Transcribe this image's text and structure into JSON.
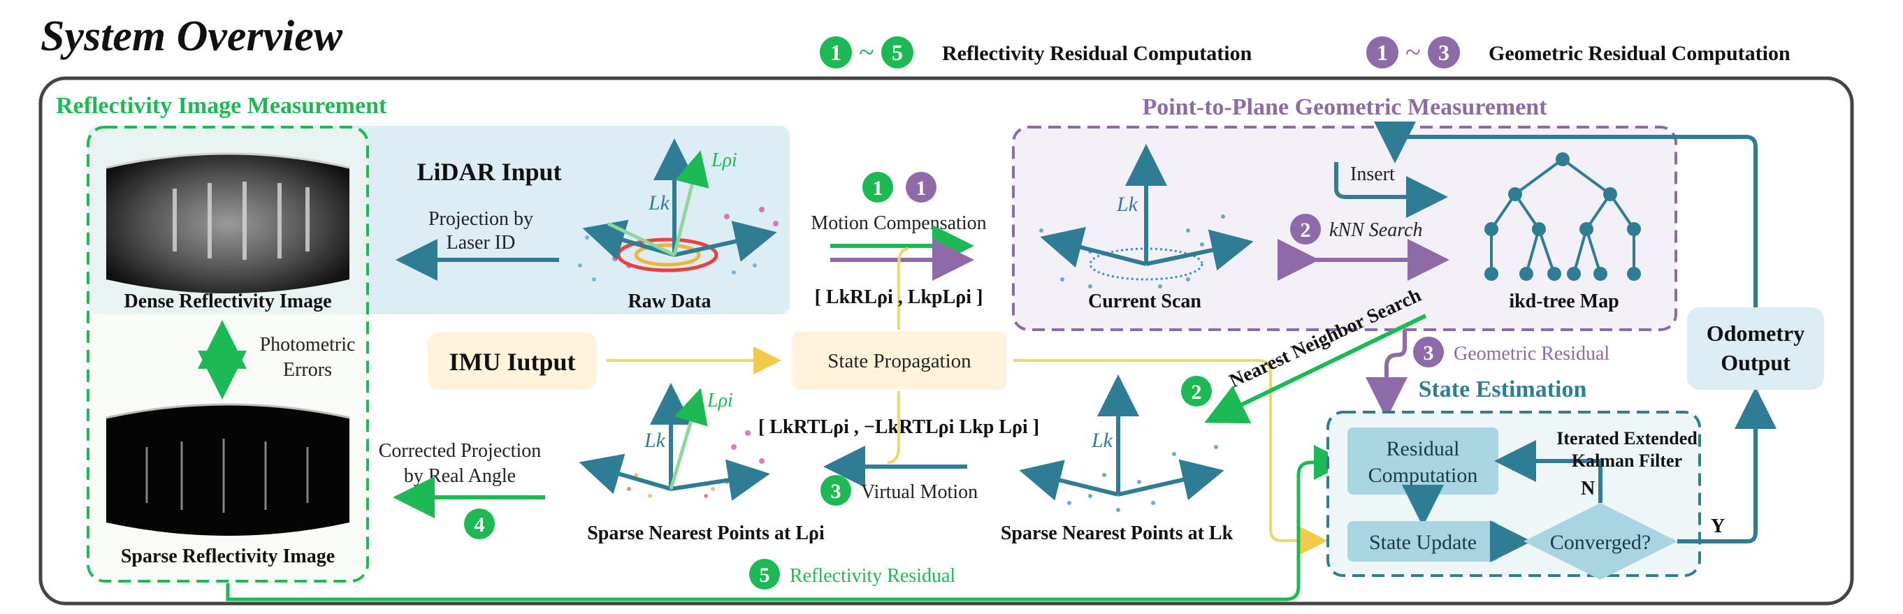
{
  "title": "System Overview",
  "legend": {
    "reflectivity": {
      "from": "1",
      "to": "5",
      "tilde": "~",
      "label": "Reflectivity Residual Computation",
      "color": "#1db954"
    },
    "geometric": {
      "from": "1",
      "to": "3",
      "tilde": "~",
      "label": "Geometric Residual Computation",
      "color": "#8e6aa8"
    }
  },
  "colors": {
    "green": "#1db954",
    "purple": "#8e6aa8",
    "teal": "#2e7d95",
    "yellow": "#f3d46b",
    "lightblue": "#dcedf5",
    "cream": "#fff3dc",
    "frame": "#444444"
  },
  "sections": {
    "reflectivity": "Reflectivity Image Measurement",
    "geometric": "Point-to-Plane Geometric Measurement",
    "state": "State Estimation"
  },
  "lidar": {
    "title": "LiDAR Input",
    "raw_data": "Raw Data",
    "projection": [
      "Projection by",
      "Laser ID"
    ]
  },
  "images": {
    "dense": "Dense Reflectivity Image",
    "sparse": "Sparse Reflectivity Image",
    "photometric": [
      "Photometric",
      "Errors"
    ]
  },
  "imu": "IMU Iutput",
  "state_propagation": "State Propagation",
  "motion": {
    "badge_green": "1",
    "badge_purple": "1",
    "label": "Motion Compensation",
    "transform_top": "[ LkRLρi , LkpLρi ]",
    "transform_bottom": "[ LkRTLρi , −LkRTLρi Lkp Lρi ]",
    "virtual_badge": "3",
    "virtual": "Virtual Motion"
  },
  "sparse_points": {
    "rho": "Sparse Nearest Points at Lρi",
    "k": "Sparse Nearest Points at Lk"
  },
  "corrected": {
    "label": [
      "Corrected Projection",
      "by Real Angle"
    ],
    "badge": "4"
  },
  "reflectivity_residual": {
    "badge": "5",
    "label": "Reflectivity Residual"
  },
  "geo": {
    "current_scan": "Current Scan",
    "insert": "Insert",
    "knn_badge": "2",
    "knn": "kNN Search",
    "ikd": "ikd-tree Map",
    "nn_badge": "2",
    "nn": "Nearest Neighbor Search",
    "residual_badge": "3",
    "residual": "Geometric Residual"
  },
  "axes": {
    "lk": "Lk",
    "lrho": "Lρi"
  },
  "estimation": {
    "residual": [
      "Residual",
      "Computation"
    ],
    "update": "State Update",
    "converged": "Converged?",
    "iekf": [
      "Iterated Extended",
      "Kalman Filter"
    ],
    "n": "N",
    "y": "Y"
  },
  "odometry": [
    "Odometry",
    "Output"
  ]
}
